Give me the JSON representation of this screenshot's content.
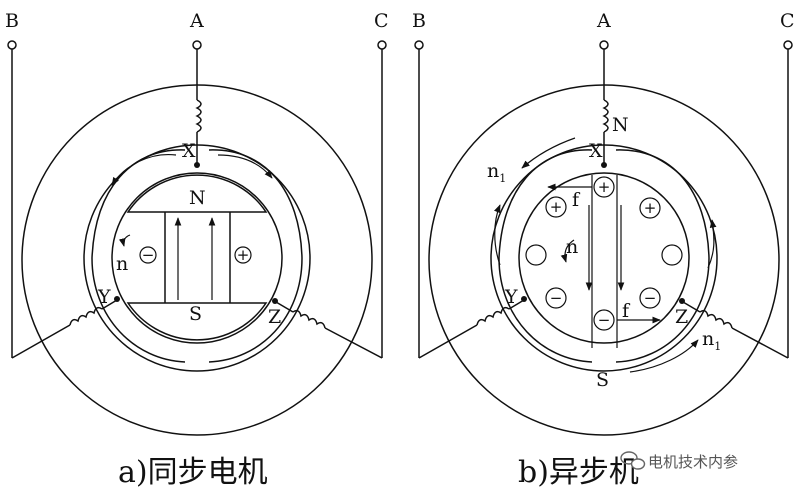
{
  "terminals": {
    "A": "A",
    "B": "B",
    "C": "C"
  },
  "windings": {
    "X": "X",
    "Y": "Y",
    "Z": "Z"
  },
  "poles": {
    "north": "N",
    "south": "S"
  },
  "speed": {
    "rotor": "n",
    "field": "n",
    "field_sub": "1"
  },
  "force": "f",
  "symbols": {
    "plus": "+",
    "minus": "−"
  },
  "captions": {
    "left": "a)同步电机",
    "right": "b)异步机"
  },
  "watermark": {
    "text": "电机技术内参",
    "icon": "wechat-icon"
  }
}
